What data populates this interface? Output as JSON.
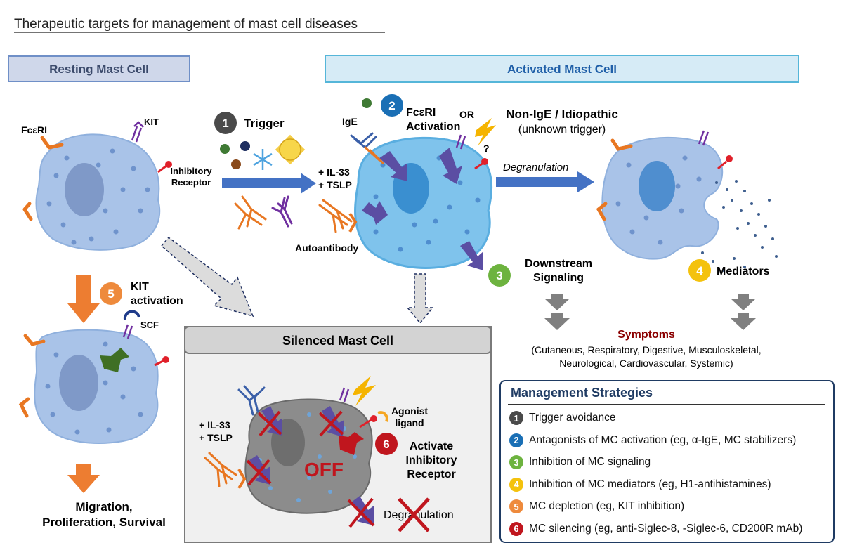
{
  "figure_title": "Therapeutic targets for management of mast cell diseases",
  "panels": {
    "resting": "Resting Mast Cell",
    "activated": "Activated Mast Cell",
    "silenced": "Silenced Mast Cell"
  },
  "labels": {
    "fceri_resting": "FcεRI",
    "kit_resting": "KIT",
    "inhibitory_receptor": "Inhibitory\nReceptor",
    "trigger": "Trigger",
    "il33_tslp": "+ IL-33\n+ TSLP",
    "ige": "IgE",
    "fceri_activation": "FcεRI\nActivation",
    "or": "OR",
    "non_ige": "Non-IgE / Idiopathic",
    "unknown_trigger": "(unknown trigger)",
    "question": "?",
    "degranulation_arrow": "Degranulation",
    "autoantibody": "Autoantibody",
    "downstream_signaling": "Downstream\nSignaling",
    "mediators": "Mediators",
    "kit_activation": "KIT\nactivation",
    "scf": "SCF",
    "symptoms_title": "Symptoms",
    "symptoms_list": "(Cutaneous, Respiratory, Digestive, Musculoskeletal,\nNeurological, Cardiovascular, Systemic)",
    "migration": "Migration,\nProliferation, Survival",
    "silenced_il33_tslp": "+ IL-33\n+ TSLP",
    "agonist_ligand": "Agonist\nligand",
    "activate_inhibitory": "Activate\nInhibitory\nReceptor",
    "off": "OFF",
    "silenced_degranulation": "Degranulation"
  },
  "steps": [
    {
      "num": "1",
      "color": "#4a4a4a"
    },
    {
      "num": "2",
      "color": "#1a6fb5"
    },
    {
      "num": "3",
      "color": "#6db33f"
    },
    {
      "num": "4",
      "color": "#f4c20d"
    },
    {
      "num": "5",
      "color": "#ee8a3c"
    },
    {
      "num": "6",
      "color": "#c0161e"
    }
  ],
  "management": {
    "title": "Management Strategies",
    "items": [
      {
        "num": "1",
        "color": "#4a4a4a",
        "text": "Trigger avoidance"
      },
      {
        "num": "2",
        "color": "#1a6fb5",
        "text": "Antagonists of MC activation (eg, α-IgE, MC stabilizers)"
      },
      {
        "num": "3",
        "color": "#6db33f",
        "text": "Inhibition of MC signaling"
      },
      {
        "num": "4",
        "color": "#f4c20d",
        "text": "Inhibition of MC mediators (eg, H1-antihistamines)"
      },
      {
        "num": "5",
        "color": "#ee8a3c",
        "text": "MC depletion (eg, KIT inhibition)"
      },
      {
        "num": "6",
        "color": "#c0161e",
        "text": "MC silencing (eg, anti-Siglec-8, -Siglec-6, CD200R mAb)"
      }
    ]
  },
  "colors": {
    "cell_fill": "#a9c3e8",
    "cell_dot": "#6f93cc",
    "nucleus": "#7f99c8",
    "activated_cell": "#7fc3ec",
    "silenced_cell": "#8c8c8c",
    "blue_arrow": "#4472c4",
    "orange_arrow": "#ed7d31",
    "gray_arrow": "#808080",
    "receptor_orange": "#e87722",
    "kit_purple": "#7030a0",
    "inhibitory_red": "#e0202a",
    "symptoms_red": "#8b0000",
    "management_navy": "#1f3b63"
  }
}
